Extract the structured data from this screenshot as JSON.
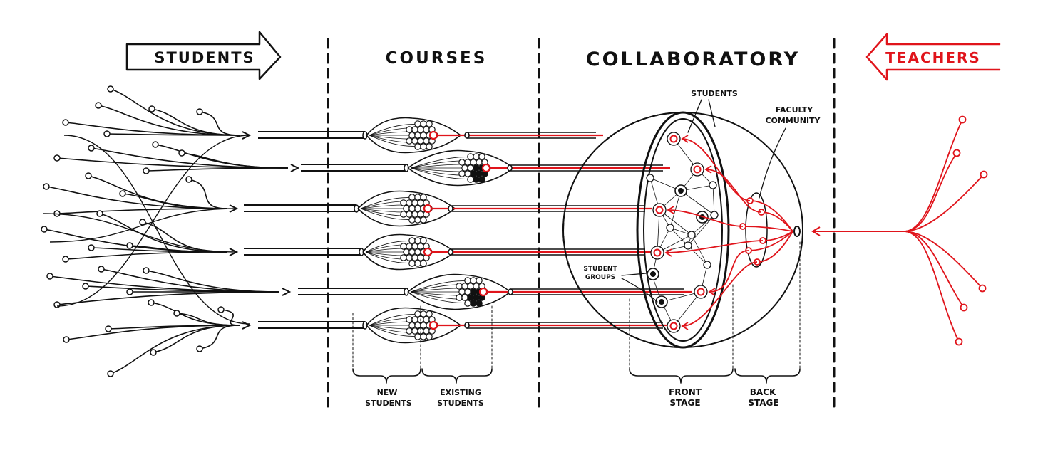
{
  "colors": {
    "ink": "#111111",
    "accent": "#e0141b",
    "background": "#ffffff"
  },
  "headers": {
    "students": "STUDENTS",
    "courses": "COURSES",
    "collaboratory": "COLLABORATORY",
    "teachers": "TEACHERS"
  },
  "labels": {
    "students_callout": "STUDENTS",
    "faculty_community": [
      "FACULTY",
      "COMMUNITY"
    ],
    "student_groups": [
      "STUDENT",
      "GROUPS"
    ],
    "new_students": [
      "NEW",
      "STUDENTS"
    ],
    "existing_students": [
      "EXISTING",
      "STUDENTS"
    ],
    "front_stage": [
      "FRONT",
      "STAGE"
    ],
    "back_stage": [
      "BACK",
      "STAGE"
    ]
  },
  "icons": {
    "left_arrow": "right-arrow-outline-icon",
    "right_arrow": "left-arrow-outline-icon",
    "node": "circle-node-icon",
    "cluster": "cell-cluster-icon"
  }
}
